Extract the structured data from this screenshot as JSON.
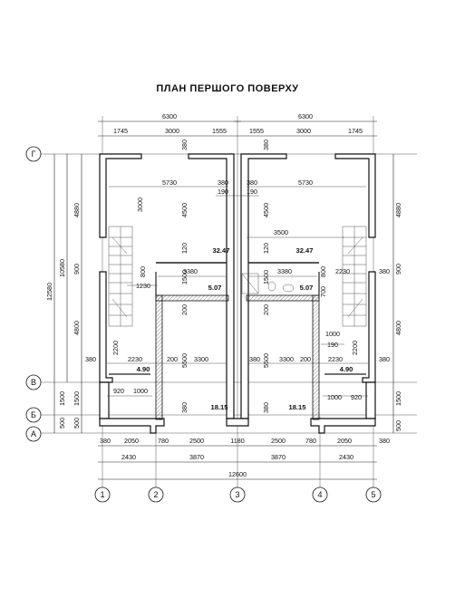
{
  "title": "ПЛАН ПЕРШОГО ПОВЕРХУ",
  "axes_vertical": [
    "1",
    "2",
    "3",
    "4",
    "5"
  ],
  "axes_horizontal": [
    "Г",
    "В",
    "Б",
    "А"
  ],
  "dims_top": {
    "overall_left": "6300",
    "overall_right": "6300",
    "left_a": "1745",
    "left_b": "3000",
    "left_c": "1555",
    "right_a": "1555",
    "right_b": "3000",
    "right_c": "1745",
    "top_380_l": "380",
    "top_380_r": "380"
  },
  "dims_bottom": {
    "row1": [
      "380",
      "2050",
      "780",
      "2500",
      "1180",
      "2500",
      "780",
      "2050",
      "380"
    ],
    "row2": [
      "2430",
      "3870",
      "3870",
      "2430"
    ],
    "overall": "12600"
  },
  "dims_left": {
    "overall": "12580",
    "main": "10580",
    "a": "4880",
    "b": "900",
    "c": "4800",
    "d": "1500",
    "e": "500",
    "f": "1500",
    "g": "500"
  },
  "dims_right": {
    "a": "4880",
    "b": "900",
    "c": "4800",
    "d": "1500",
    "e": "500"
  },
  "interior": {
    "w5730_l": "5730",
    "w5730_r": "5730",
    "d380_l": "380",
    "d380_r": "380",
    "d190_l": "190",
    "d190_r": "190",
    "v3000": "3000",
    "v4500_l": "4500",
    "v4500_r": "4500",
    "d3500": "3500",
    "d120_l": "120",
    "d120_r": "120",
    "d3380_l": "3380",
    "d3380_r": "3380",
    "d2230_r": "2230",
    "d380_rr": "380",
    "d800_l": "800",
    "d1500_l": "1500",
    "d1500_r": "1500",
    "d1230": "1230",
    "d700": "700",
    "d800_r": "800",
    "d200_l": "200",
    "d200_r": "200",
    "d1000_r": "1000",
    "d190_r2": "190",
    "d2200_l": "2200",
    "d2200_r": "2200",
    "d380_bl": "380",
    "d2230_bl": "2230",
    "d200_a": "200",
    "d5500_l": "5500",
    "d3300_l": "3300",
    "d380_c": "380",
    "d5500_r": "5500",
    "d3300_r": "3300",
    "d200_b": "200",
    "d2230_br": "2230",
    "d380_br": "380",
    "d920_l": "920",
    "d1000_l": "1000",
    "d1000_r2": "1000",
    "d920_r": "920",
    "d380_lo_l": "380",
    "d380_lo_r": "380"
  },
  "areas": {
    "living_l": "32.47",
    "living_r": "32.47",
    "bath_l": "5.07",
    "bath_r": "5.07",
    "hall_l": "4.90",
    "hall_r": "4.90",
    "garage_l": "18.15",
    "garage_r": "18.15"
  }
}
